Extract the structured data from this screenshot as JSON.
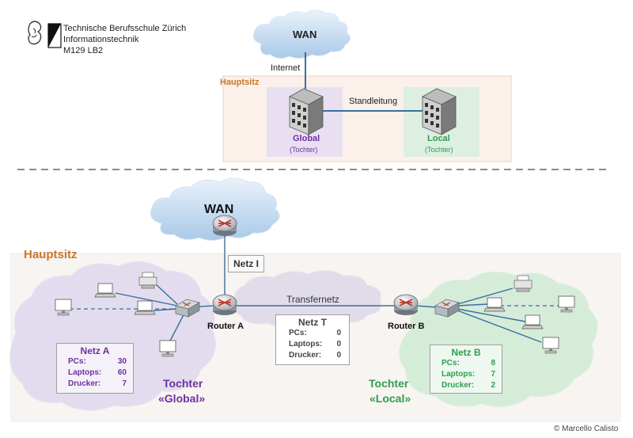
{
  "header": {
    "line1": "Technische Berufsschule Zürich",
    "line2": "Informationstechnik",
    "line3": "M129 LB2"
  },
  "overview": {
    "wan": "WAN",
    "internet": "Internet",
    "hauptsitz": "Hauptsitz",
    "standleitung": "Standleitung",
    "global_name": "Global",
    "global_sub": "(Tochter)",
    "local_name": "Local",
    "local_sub": "(Tochter)"
  },
  "detail": {
    "wan": "WAN",
    "hauptsitz": "Hauptsitz",
    "netz_i": "Netz I",
    "transfernetz": "Transfernetz",
    "router_a": "Router A",
    "router_b": "Router B",
    "netz_a": {
      "title": "Netz A",
      "rows": [
        {
          "label": "PCs:",
          "value": "30"
        },
        {
          "label": "Laptops:",
          "value": "60"
        },
        {
          "label": "Drucker:",
          "value": "7"
        }
      ]
    },
    "netz_t": {
      "title": "Netz T",
      "rows": [
        {
          "label": "PCs:",
          "value": "0"
        },
        {
          "label": "Laptops:",
          "value": "0"
        },
        {
          "label": "Drucker:",
          "value": "0"
        }
      ]
    },
    "netz_b": {
      "title": "Netz B",
      "rows": [
        {
          "label": "PCs:",
          "value": "8"
        },
        {
          "label": "Laptops:",
          "value": "7"
        },
        {
          "label": "Drucker:",
          "value": "2"
        }
      ]
    },
    "tochter_global_1": "Tochter",
    "tochter_global_2": "«Global»",
    "tochter_local_1": "Tochter",
    "tochter_local_2": "«Local»"
  },
  "copyright": "© Marcello Calisto",
  "colors": {
    "orange": "#c8782a",
    "purple": "#7030a0",
    "green": "#2e9e4e",
    "link": "#3a6f9e"
  },
  "icons": [
    "zurich-lion-logo",
    "wan-cloud",
    "building-icon",
    "router-icon",
    "switch-icon",
    "pc-icon",
    "laptop-icon",
    "printer-icon"
  ]
}
